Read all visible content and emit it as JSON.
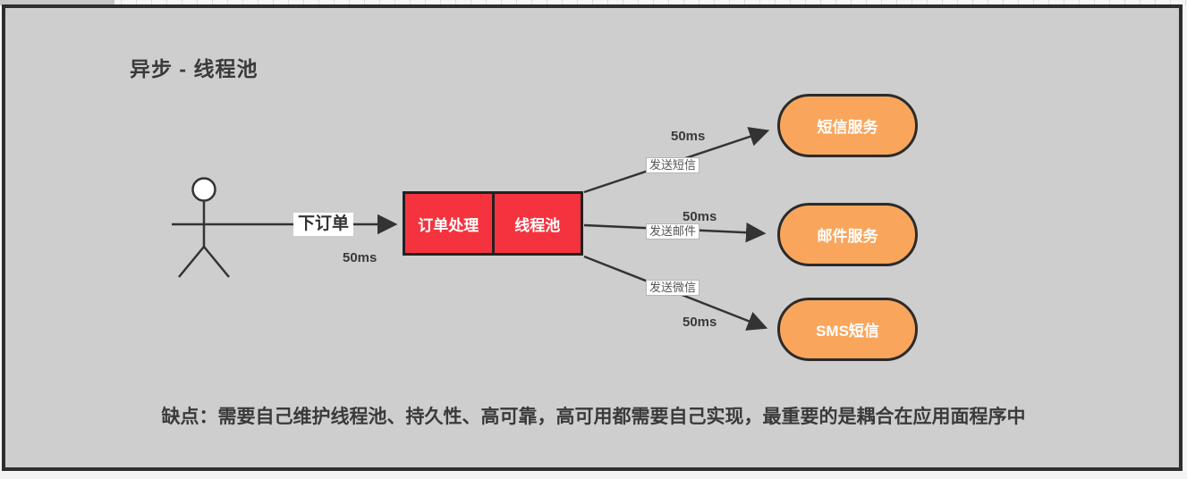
{
  "title": "异步 - 线程池",
  "order_arrow": {
    "label": "下订单",
    "latency": "50ms"
  },
  "process_box": {
    "cells": [
      "订单处理",
      "线程池"
    ]
  },
  "services": [
    {
      "name": "短信服务",
      "action": "发送短信",
      "latency": "50ms"
    },
    {
      "name": "邮件服务",
      "action": "发送邮件",
      "latency": "50ms"
    },
    {
      "name": "SMS短信",
      "action": "发送微信",
      "latency": "50ms"
    }
  ],
  "caption": "缺点：需要自己维护线程池、持久性、高可靠，高可用都需要自己实现，最重要的是耦合在应用面程序中",
  "colors": {
    "canvas_bg": "#cecece",
    "frame": "#2e2e2e",
    "process_fill": "#f5333f",
    "service_fill": "#f9a65c",
    "text_dark": "#3a3a3a",
    "label_border": "#b5b5b5"
  }
}
